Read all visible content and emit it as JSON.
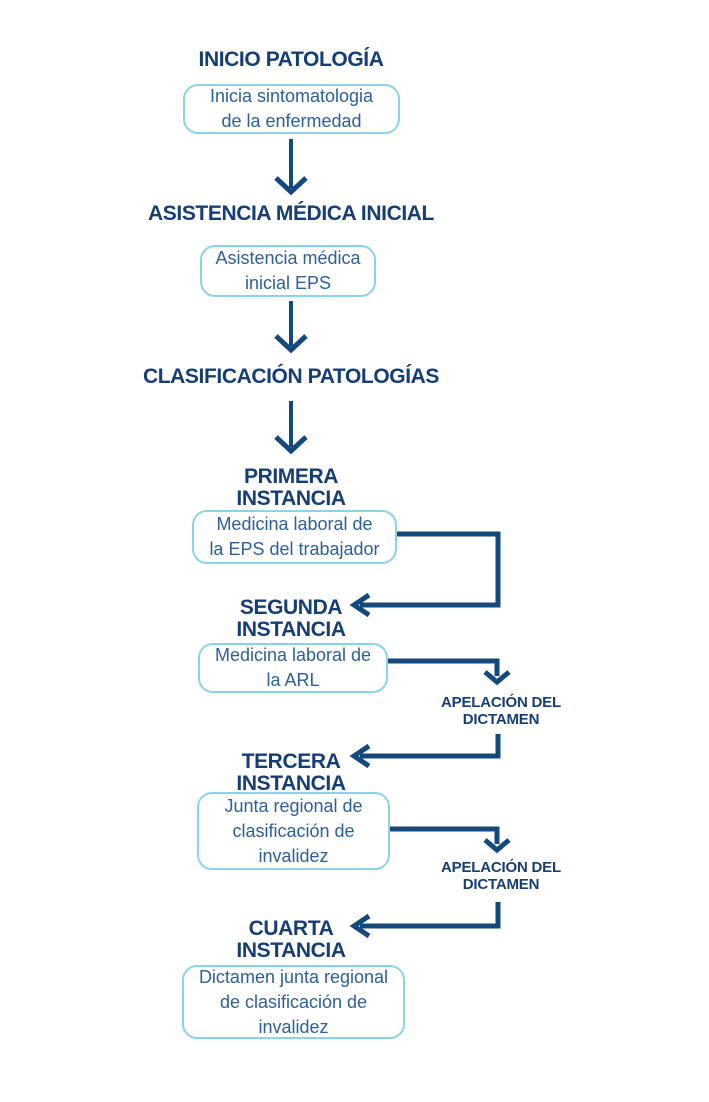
{
  "colors": {
    "background": "#ffffff",
    "heading": "#163e76",
    "line": "#14497d",
    "box-border": "#8ad3e9",
    "box-text": "#2b5f9e"
  },
  "nodes": {
    "inicio": {
      "heading": "INICIO PATOLOGÍA",
      "box": "Inicia sintomatologia\nde la enfermedad"
    },
    "asistencia": {
      "heading": "ASISTENCIA MÉDICA INICIAL",
      "box": "Asistencia médica\ninicial EPS"
    },
    "clasificacion": {
      "heading": "CLASIFICACIÓN PATOLOGÍAS"
    },
    "primera": {
      "heading": "PRIMERA\nINSTANCIA",
      "box": "Medicina laboral de\nla EPS del trabajador"
    },
    "segunda": {
      "heading": "SEGUNDA\nINSTANCIA",
      "box": "Medicina laboral de\nla ARL"
    },
    "tercera": {
      "heading": "TERCERA\nINSTANCIA",
      "box": "Junta regional de\nclasificación de\ninvalidez"
    },
    "cuarta": {
      "heading": "CUARTA\nINSTANCIA",
      "box": "Dictamen junta regional\nde clasificación de\ninvalidez"
    }
  },
  "labels": {
    "apelacion_dictamen_1": "APELACIÓN DEL\nDICTAMEN",
    "apelacion_dictamen_2": "APELACIÓN DEL\nDICTAMEN"
  }
}
